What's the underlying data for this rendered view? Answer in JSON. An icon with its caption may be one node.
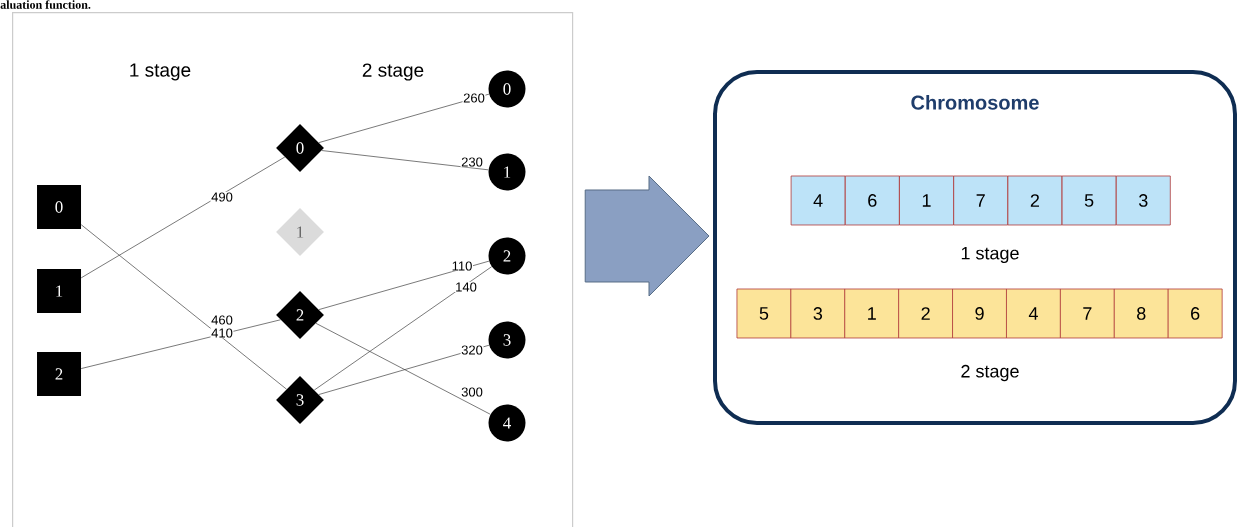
{
  "diagram": {
    "nodes": [
      {
        "text": [],
        "shape": "box"
      },
      {
        "text": [
          "0"
        ],
        "in": 0
      },
      {
        "text": [
          "1"
        ],
        "in": 0
      },
      {
        "text": [
          "2"
        ],
        "in": 0
      },
      {
        "text": [
          "0"
        ],
        "in": 0
      },
      {
        "text": [
          "1"
        ],
        "in": 0
      },
      {
        "text": [
          "2"
        ],
        "in": 0
      },
      {
        "text": [
          "3"
        ],
        "in": 0
      },
      {
        "text": [
          "0"
        ],
        "in": 0
      },
      {
        "text": [
          "1"
        ],
        "in": 0
      },
      {
        "text": [
          "2"
        ],
        "in": 0
      },
      {
        "text": [
          "3"
        ],
        "in": 0
      },
      {
        "text": [
          "4"
        ],
        "in": 0
      },
      {
        "text": [
          "Chromosome"
        ]
      },
      {
        "text": [
          "4"
        ],
        "in": 13
      },
      {
        "text": [
          "6"
        ],
        "in": 13
      },
      {
        "text": [
          "1"
        ],
        "in": 13
      },
      {
        "text": [
          "7"
        ],
        "in": 13
      },
      {
        "text": [
          "2"
        ],
        "in": 13
      },
      {
        "text": [
          "5"
        ],
        "in": 13
      },
      {
        "text": [
          "3"
        ],
        "in": 13
      },
      {
        "text": [
          "5"
        ],
        "in": 13
      },
      {
        "text": [
          "3"
        ],
        "in": 13
      },
      {
        "text": [
          "1"
        ],
        "in": 13
      },
      {
        "text": [
          "2"
        ],
        "in": 13
      },
      {
        "text": [
          "9"
        ],
        "in": 13
      },
      {
        "text": [
          "4"
        ],
        "in": 13
      },
      {
        "text": [
          "7"
        ],
        "in": 13
      },
      {
        "text": [
          "8"
        ],
        "in": 13
      },
      {
        "text": [
          "6"
        ],
        "in": 13
      }
    ],
    "edges": [
      {
        "from": 1,
        "to": 7,
        "arrow": "none",
        "label": "410"
      },
      {
        "from": 2,
        "to": 4,
        "arrow": "none",
        "label": "490"
      },
      {
        "from": 3,
        "to": 6,
        "arrow": "none",
        "label": "460"
      },
      {
        "from": 4,
        "to": 8,
        "arrow": "none",
        "label": "260"
      },
      {
        "from": 4,
        "to": 9,
        "arrow": "none",
        "label": "230"
      },
      {
        "from": 6,
        "to": 10,
        "arrow": "none",
        "label": "110"
      },
      {
        "from": 6,
        "to": 12,
        "arrow": "none",
        "label": "300"
      },
      {
        "from": 7,
        "to": 10,
        "arrow": "none",
        "label": "140"
      },
      {
        "from": 7,
        "to": 11,
        "arrow": "none",
        "label": "320"
      },
      {
        "from": 0,
        "to": 13,
        "arrow": "to",
        "style": "thick",
        "color": "#8a9fc2"
      }
    ],
    "labels": [
      "aluation function.",
      "1 stage",
      "2 stage",
      "1 stage",
      "2 stage"
    ]
  }
}
